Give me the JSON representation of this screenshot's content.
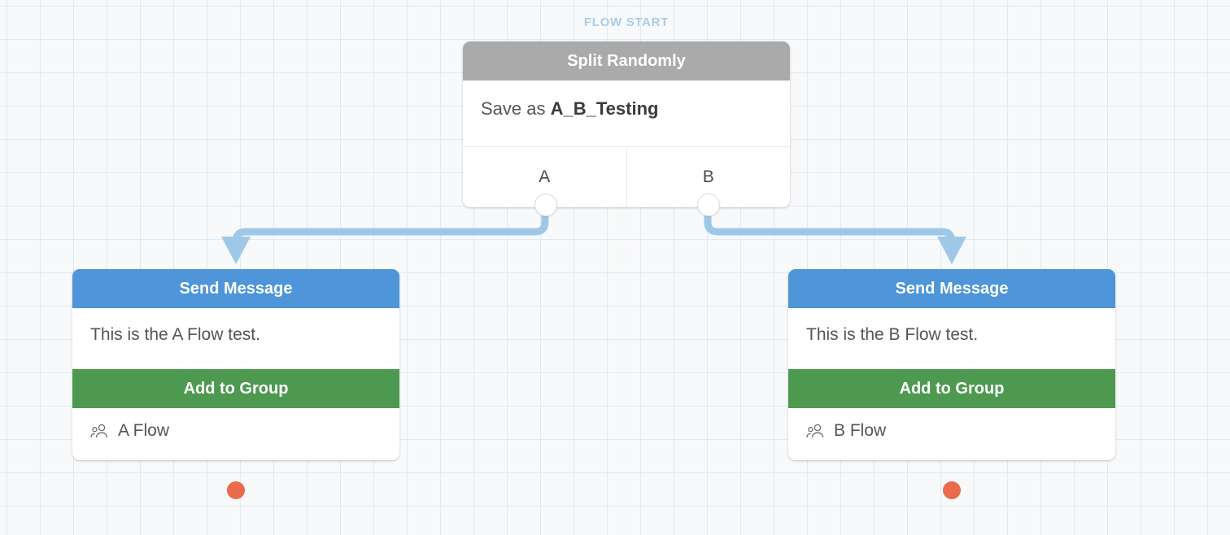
{
  "canvas": {
    "flow_start_label": "FLOW START",
    "grid_color": "#dfeaf7",
    "background_color": "#f8f9fa",
    "connector_color": "#9ec8e8"
  },
  "nodes": {
    "split": {
      "title": "Split Randomly",
      "header_color": "#aaaaaa",
      "save_prefix": "Save as",
      "save_value": "A_B_Testing",
      "ports": [
        {
          "label": "A"
        },
        {
          "label": "B"
        }
      ]
    },
    "branch_a": {
      "title": "Send Message",
      "header_color": "#4e95d9",
      "message": "This is the A Flow test.",
      "action_label": "Add to Group",
      "action_color": "#4e9950",
      "group_icon": "users-icon",
      "group_name": "A Flow",
      "output_dot_color": "#ec6a4c"
    },
    "branch_b": {
      "title": "Send Message",
      "header_color": "#4e95d9",
      "message": "This is the B Flow test.",
      "action_label": "Add to Group",
      "action_color": "#4e9950",
      "group_icon": "users-icon",
      "group_name": "B Flow",
      "output_dot_color": "#ec6a4c"
    }
  }
}
